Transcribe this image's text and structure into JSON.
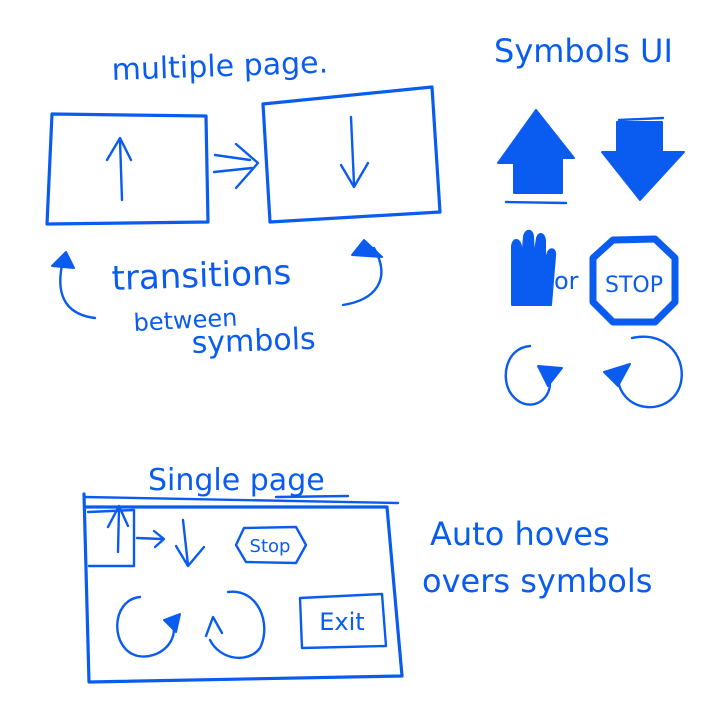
{
  "ink_color": "#0a5cf0",
  "background": "#ffffff",
  "multiple_page": {
    "title": "multiple page.",
    "transition_label_line1": "transitions",
    "transition_label_line2": "between",
    "transition_label_line3": "symbols"
  },
  "symbols_ui": {
    "title": "Symbols UI",
    "or_label": "or",
    "stop_label": "STOP"
  },
  "single_page": {
    "title": "Single page",
    "stop_label": "Stop",
    "exit_label": "Exit"
  },
  "auto_note": {
    "line1": "Auto hoves",
    "line2": "overs symbols"
  }
}
